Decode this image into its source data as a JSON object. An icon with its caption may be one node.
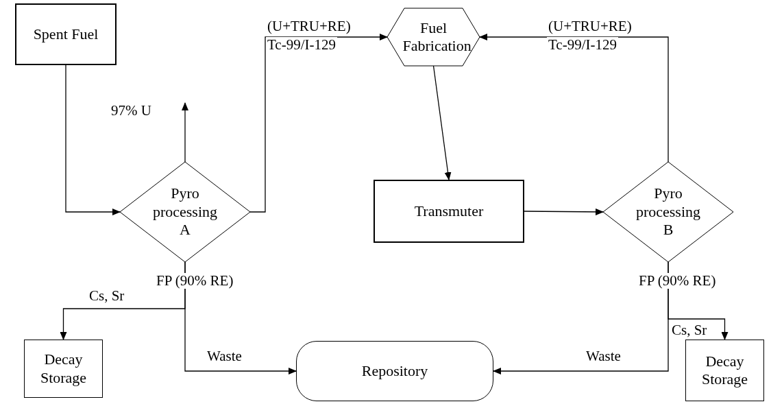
{
  "diagram": {
    "nodes": [
      {
        "text": [
          "Spent Fuel"
        ]
      },
      {
        "text": [
          "Pyro processing A"
        ]
      },
      {
        "text": [
          "Fuel Fabrication"
        ]
      },
      {
        "text": [
          "Transmuter"
        ]
      },
      {
        "text": [
          "Pyro processing B"
        ]
      },
      {
        "text": [
          "Decay Storage"
        ]
      },
      {
        "text": [
          "Repository"
        ]
      },
      {
        "text": [
          "Decay Storage"
        ]
      }
    ],
    "edges": [
      {
        "from": 0,
        "to": 1,
        "arrow": "to"
      },
      {
        "from": 1,
        "to": null,
        "arrow": "to",
        "label": "97% U"
      },
      {
        "from": 1,
        "to": 2,
        "arrow": "to",
        "label": "(U+TRU+RE)"
      },
      {
        "from": 2,
        "to": 3,
        "arrow": "to"
      },
      {
        "from": 3,
        "to": 4,
        "arrow": "to"
      },
      {
        "from": 4,
        "to": 2,
        "arrow": "to",
        "label": "(U+TRU+RE)"
      },
      {
        "from": 1,
        "to": 6,
        "arrow": "to",
        "label": "Waste"
      },
      {
        "from": 1,
        "to": 5,
        "arrow": "to",
        "label": "Cs, Sr"
      },
      {
        "from": 4,
        "to": 6,
        "arrow": "to",
        "label": "Waste"
      },
      {
        "from": 4,
        "to": 7,
        "arrow": "to",
        "label": "Cs, Sr"
      }
    ],
    "labels": [
      "Tc-99/I-129",
      "Tc-99/I-129",
      "FP (90% RE)",
      "FP (90% RE)"
    ]
  }
}
